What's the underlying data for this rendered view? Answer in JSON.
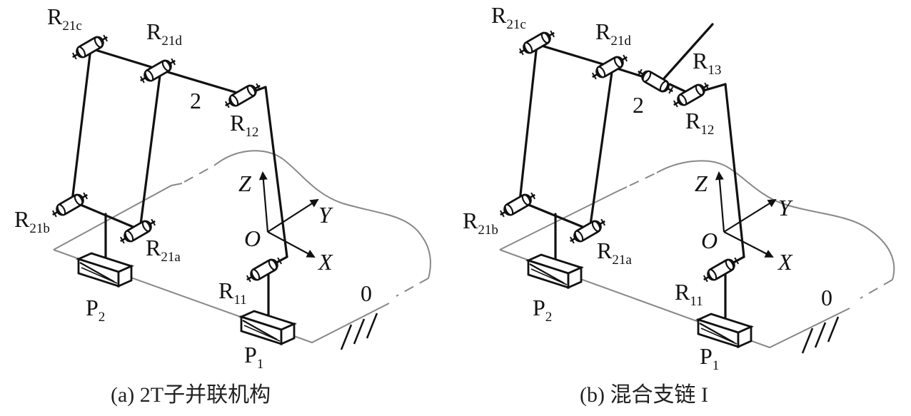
{
  "left": {
    "caption": "(a) 2T子并联机构",
    "labels": {
      "R21c": "R",
      "R21c_sub": "21c",
      "R21d": "R",
      "R21d_sub": "21d",
      "R12": "R",
      "R12_sub": "12",
      "R21b": "R",
      "R21b_sub": "21b",
      "R21a": "R",
      "R21a_sub": "21a",
      "R11": "R",
      "R11_sub": "11",
      "P2": "P",
      "P2_sub": "2",
      "P1": "P",
      "P1_sub": "1",
      "link2": "2",
      "ground0": "0",
      "axisZ": "Z",
      "axisY": "Y",
      "axisX": "X",
      "origin": "O"
    }
  },
  "right": {
    "caption": "(b) 混合支链 I",
    "labels": {
      "R21c": "R",
      "R21c_sub": "21c",
      "R21d": "R",
      "R21d_sub": "21d",
      "R13": "R",
      "R13_sub": "13",
      "R12": "R",
      "R12_sub": "12",
      "R21b": "R",
      "R21b_sub": "21b",
      "R21a": "R",
      "R21a_sub": "21a",
      "R11": "R",
      "R11_sub": "11",
      "P2": "P",
      "P2_sub": "2",
      "P1": "P",
      "P1_sub": "1",
      "link2": "2",
      "ground0": "0",
      "axisZ": "Z",
      "axisY": "Y",
      "axisX": "X",
      "origin": "O"
    }
  }
}
